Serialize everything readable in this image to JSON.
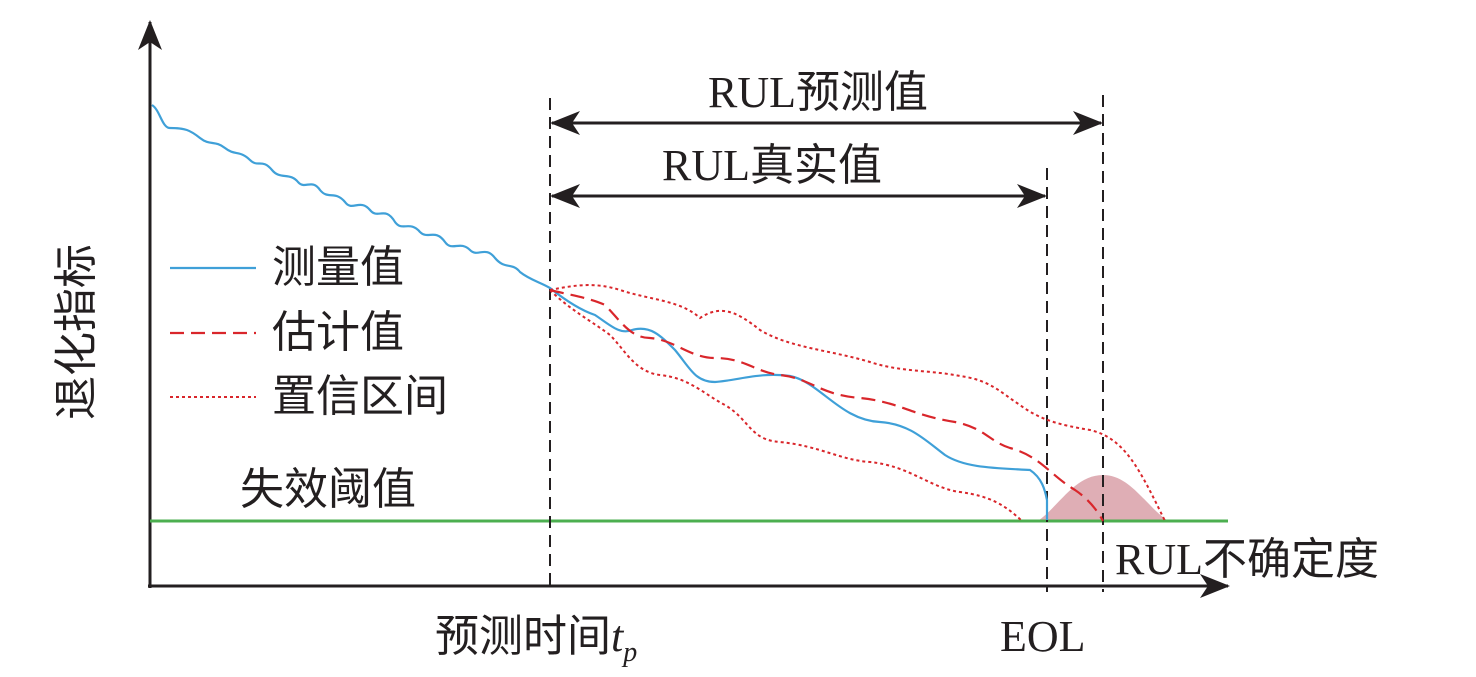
{
  "diagram": {
    "y_axis_label": "退化指标",
    "x_tick_prediction": "预测时间",
    "x_tick_prediction_var": "t",
    "x_tick_prediction_sub": "p",
    "x_tick_eol": "EOL",
    "threshold_label": "失效阈值",
    "rul_predicted_label": "RUL预测值",
    "rul_true_label": "RUL真实值",
    "rul_uncertainty_label": "RUL不确定度",
    "legend": [
      {
        "label": "测量值",
        "style": "solid",
        "color": "#3fa0d8"
      },
      {
        "label": "估计值",
        "style": "dashed",
        "color": "#d9262b"
      },
      {
        "label": "置信区间",
        "style": "dotted",
        "color": "#d9262b"
      }
    ],
    "colors": {
      "threshold": "#4caf50",
      "uncertainty_fill": "#d9a0a8",
      "axis": "#231f20"
    }
  }
}
